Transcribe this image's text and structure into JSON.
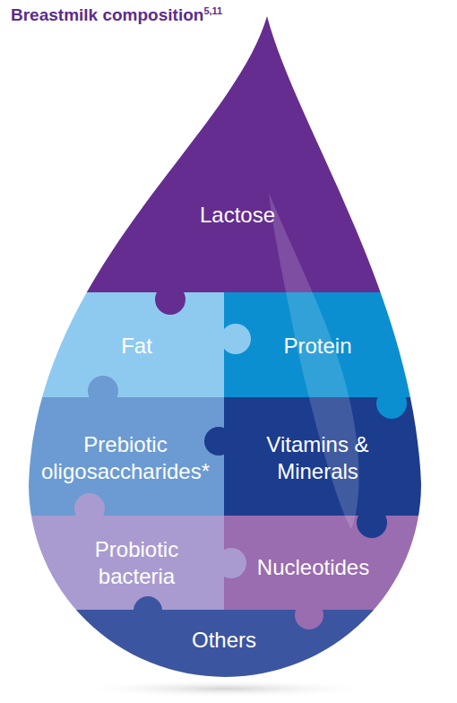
{
  "diagram": {
    "title": "Breastmilk composition",
    "nodes": [
      {
        "text": [
          "Lactose"
        ]
      },
      {
        "text": [
          "Fat"
        ]
      },
      {
        "text": [
          "Protein"
        ]
      },
      {
        "text": [
          "Prebiotic oligosaccharides*"
        ]
      },
      {
        "text": [
          "Vitamins & Minerals"
        ]
      },
      {
        "text": [
          "Probiotic bacteria"
        ]
      },
      {
        "text": [
          "Nucleotides"
        ]
      },
      {
        "text": [
          "Others"
        ]
      }
    ],
    "labels": [
      "5,11"
    ]
  }
}
